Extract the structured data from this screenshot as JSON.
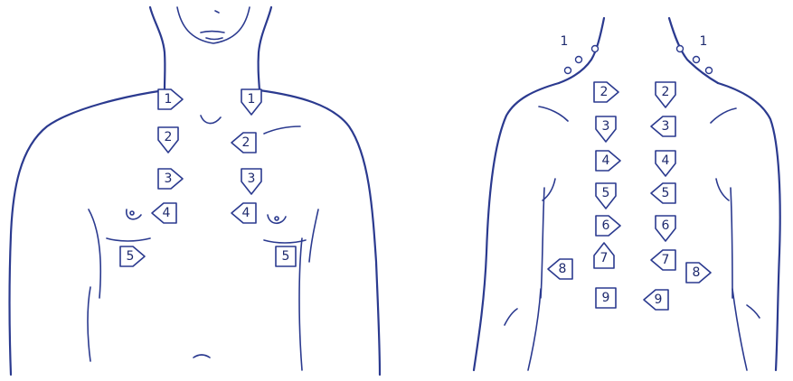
{
  "colors": {
    "ink": "#2b3a8f",
    "background": "#ffffff"
  },
  "front": {
    "markers": [
      {
        "label": "1",
        "shape": "arrow-right"
      },
      {
        "label": "1",
        "shape": "arrow-down"
      },
      {
        "label": "2",
        "shape": "arrow-down"
      },
      {
        "label": "2",
        "shape": "arrow-left"
      },
      {
        "label": "3",
        "shape": "arrow-right"
      },
      {
        "label": "3",
        "shape": "arrow-down"
      },
      {
        "label": "4",
        "shape": "arrow-left"
      },
      {
        "label": "4",
        "shape": "arrow-left"
      },
      {
        "label": "5",
        "shape": "arrow-right"
      },
      {
        "label": "5",
        "shape": "square"
      }
    ]
  },
  "back": {
    "shoulder_labels": [
      {
        "label": "1"
      },
      {
        "label": "1"
      }
    ],
    "markers": [
      {
        "label": "2",
        "shape": "arrow-right"
      },
      {
        "label": "2",
        "shape": "arrow-down"
      },
      {
        "label": "3",
        "shape": "arrow-down"
      },
      {
        "label": "3",
        "shape": "arrow-left"
      },
      {
        "label": "4",
        "shape": "arrow-right"
      },
      {
        "label": "4",
        "shape": "arrow-down"
      },
      {
        "label": "5",
        "shape": "arrow-down"
      },
      {
        "label": "5",
        "shape": "arrow-left"
      },
      {
        "label": "6",
        "shape": "arrow-right"
      },
      {
        "label": "6",
        "shape": "arrow-down"
      },
      {
        "label": "7",
        "shape": "arrow-up"
      },
      {
        "label": "7",
        "shape": "arrow-left"
      },
      {
        "label": "8",
        "shape": "arrow-left"
      },
      {
        "label": "8",
        "shape": "arrow-right"
      },
      {
        "label": "9",
        "shape": "square"
      },
      {
        "label": "9",
        "shape": "arrow-left"
      }
    ]
  }
}
